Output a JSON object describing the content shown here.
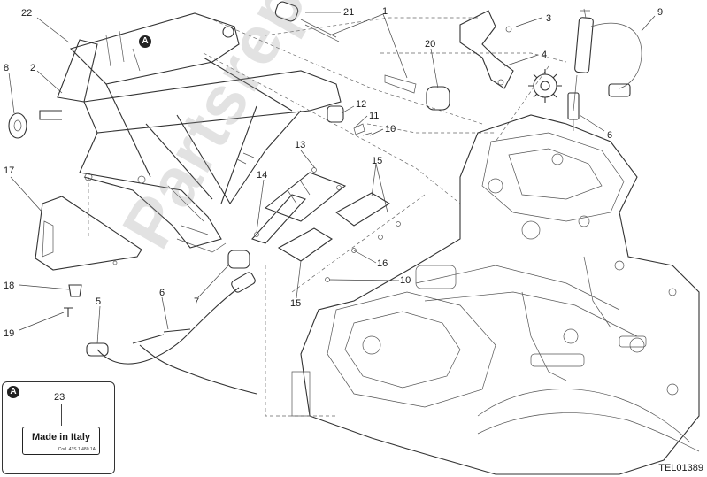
{
  "diagram": {
    "callouts": [
      {
        "id": "c22",
        "text": "22"
      },
      {
        "id": "c21",
        "text": "21"
      },
      {
        "id": "c1",
        "text": "1"
      },
      {
        "id": "c3",
        "text": "3"
      },
      {
        "id": "c9",
        "text": "9"
      },
      {
        "id": "c8",
        "text": "8"
      },
      {
        "id": "c2",
        "text": "2"
      },
      {
        "id": "c20",
        "text": "20"
      },
      {
        "id": "c4",
        "text": "4"
      },
      {
        "id": "c12",
        "text": "12"
      },
      {
        "id": "c11",
        "text": "11"
      },
      {
        "id": "c10a",
        "text": "10"
      },
      {
        "id": "c6a",
        "text": "6"
      },
      {
        "id": "c13",
        "text": "13"
      },
      {
        "id": "c17",
        "text": "17"
      },
      {
        "id": "c14",
        "text": "14"
      },
      {
        "id": "c15a",
        "text": "15"
      },
      {
        "id": "c16",
        "text": "16"
      },
      {
        "id": "c10b",
        "text": "10"
      },
      {
        "id": "c15b",
        "text": "15"
      },
      {
        "id": "c18",
        "text": "18"
      },
      {
        "id": "c7",
        "text": "7"
      },
      {
        "id": "c6b",
        "text": "6"
      },
      {
        "id": "c5",
        "text": "5"
      },
      {
        "id": "c19",
        "text": "19"
      }
    ],
    "detail_badge": "A",
    "inset": {
      "badge": "A",
      "part_number": "23",
      "label_text": "Made in Italy",
      "label_code": "Cod. 43S 1.480.1A"
    },
    "drawing_id": "TEL01389",
    "watermark": "Partsrepublik"
  }
}
